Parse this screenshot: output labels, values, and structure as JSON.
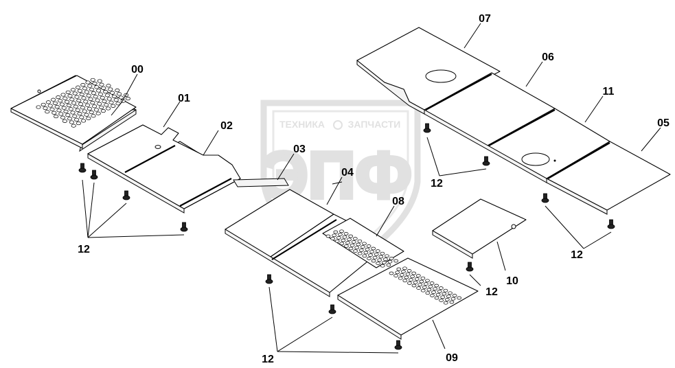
{
  "diagram": {
    "part_labels": {
      "p00": "00",
      "p01": "01",
      "p02": "02",
      "p03": "03",
      "p04": "04",
      "p05": "05",
      "p06": "06",
      "p07": "07",
      "p08": "08",
      "p09": "09",
      "p10": "10",
      "p11": "11"
    },
    "bolt_labels": [
      "12",
      "12",
      "12",
      "12",
      "12"
    ]
  },
  "watermark": {
    "caption_left": "ТЕХНИКА",
    "caption_right": "ЗАПЧАСТИ",
    "logo_text": "ЭПФ",
    "color": "#c9c9c9"
  }
}
